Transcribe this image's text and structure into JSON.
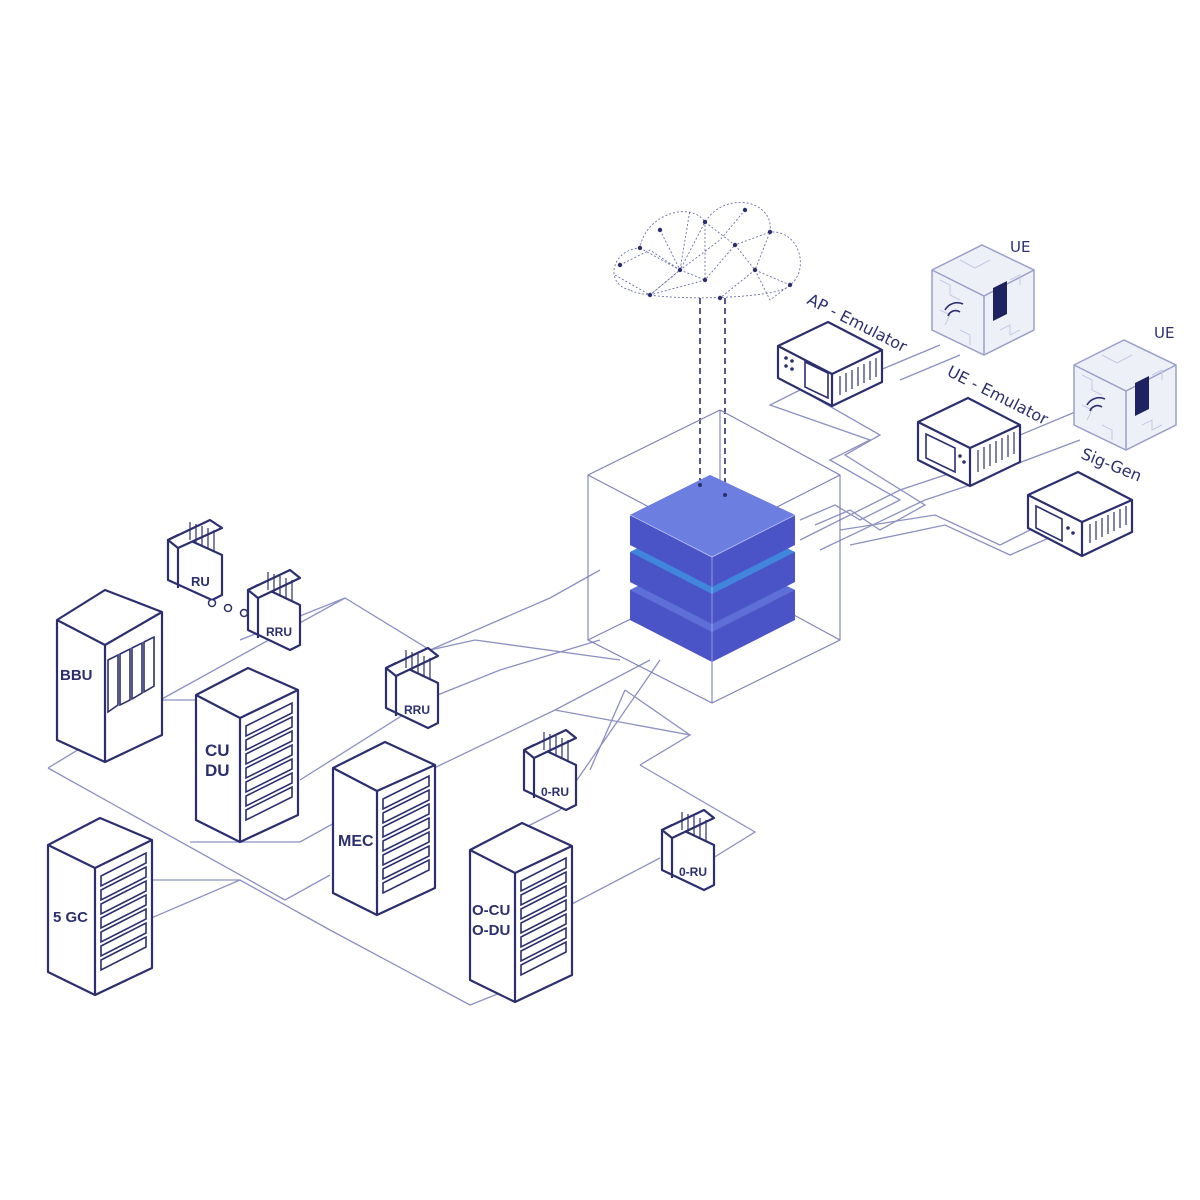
{
  "colors": {
    "line": "#2c2f6e",
    "wire": "#8c90c2",
    "stack_dark": "#4a54c7",
    "stack_light": "#6c7ee0",
    "stack_glow": "#3f8fe0"
  },
  "labels": {
    "bbu": "BBU",
    "cu_du_1": "CU",
    "cu_du_2": "DU",
    "mec": "MEC",
    "gc": "5 GC",
    "ocu_1": "O-CU",
    "ocu_2": "O-DU",
    "ru": "RU",
    "rru_1": "RRU",
    "rru_2": "RRU",
    "oru_1": "0-RU",
    "oru_2": "0-RU",
    "ap_emulator": "AP - Emulator",
    "ue_emulator": "UE - Emulator",
    "sig_gen": "Sig-Gen",
    "ue_1": "UE",
    "ue_2": "UE"
  }
}
